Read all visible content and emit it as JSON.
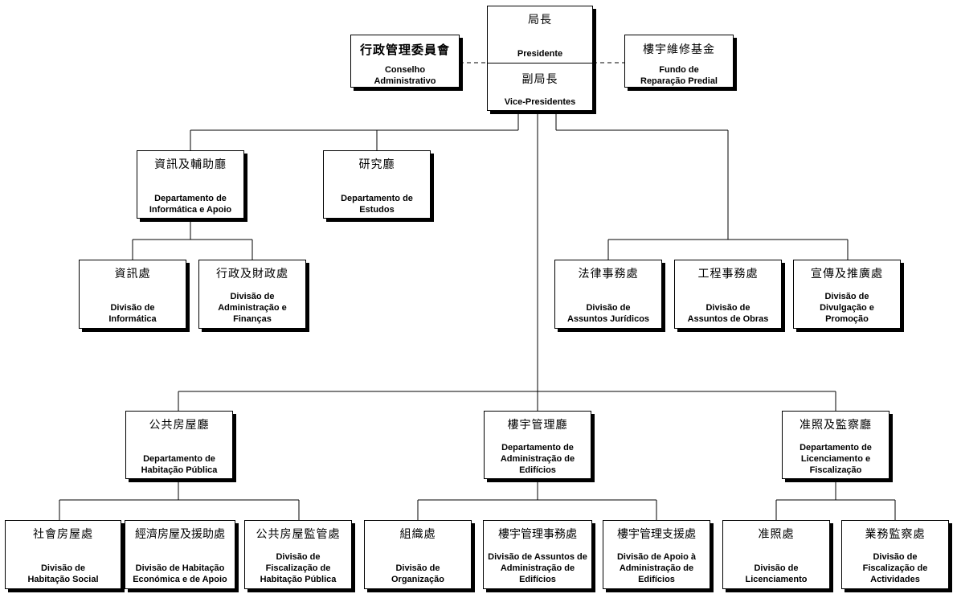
{
  "top": {
    "president": {
      "zh": "局長",
      "pt": "Presidente"
    },
    "vice": {
      "zh": "副局長",
      "pt": "Vice-Presidentes"
    }
  },
  "council": {
    "zh": "行政管理委員會",
    "pt": "Conselho\nAdministrativo"
  },
  "fund": {
    "zh": "樓宇維修基金",
    "pt": "Fundo de\nReparação Predial"
  },
  "departments": {
    "informatica_apoio": {
      "zh": "資訊及輔助廳",
      "pt": "Departamento de\nInformática e Apoio"
    },
    "estudos": {
      "zh": "研究廳",
      "pt": "Departamento de\nEstudos"
    },
    "habitacao_publica": {
      "zh": "公共房屋廳",
      "pt": "Departamento de\nHabitação Pública"
    },
    "administracao_edificios": {
      "zh": "樓宇管理廳",
      "pt": "Departamento de\nAdministração de\nEdifícios"
    },
    "licenciamento_fiscalizacao": {
      "zh": "准照及監察廳",
      "pt": "Departamento de\nLicenciamento e\nFiscalização"
    }
  },
  "divisions": {
    "informatica": {
      "zh": "資訊處",
      "pt": "Divisão de\nInformática"
    },
    "administracao_financas": {
      "zh": "行政及財政處",
      "pt": "Divisão de\nAdministração e\nFinanças"
    },
    "juridicos": {
      "zh": "法律事務處",
      "pt": "Divisão de\nAssuntos Jurídicos"
    },
    "obras": {
      "zh": "工程事務處",
      "pt": "Divisão de\nAssuntos de Obras"
    },
    "divulgacao": {
      "zh": "宣傳及推廣處",
      "pt": "Divisão de\nDivulgação e\nPromoção"
    },
    "habitacao_social": {
      "zh": "社會房屋處",
      "pt": "Divisão de\nHabitação Social"
    },
    "habitacao_economica": {
      "zh": "經濟房屋及援助處",
      "pt": "Divisão de Habitação\nEconómica e de Apoio"
    },
    "fiscalizacao_habitacao": {
      "zh": "公共房屋監管處",
      "pt": "Divisão de\nFiscalização de\nHabitação Pública"
    },
    "organizacao": {
      "zh": "組織處",
      "pt": "Divisão de\nOrganização"
    },
    "assuntos_administracao": {
      "zh": "樓宇管理事務處",
      "pt": "Divisão de Assuntos de\nAdministração de\nEdifícios"
    },
    "apoio_administracao": {
      "zh": "樓宇管理支援處",
      "pt": "Divisão de Apoio à\nAdministração de\nEdifícios"
    },
    "licenciamento": {
      "zh": "准照處",
      "pt": "Divisão de\nLicenciamento"
    },
    "fiscalizacao_actividades": {
      "zh": "業務監察處",
      "pt": "Divisão de\nFiscalização de\nActividades"
    }
  }
}
